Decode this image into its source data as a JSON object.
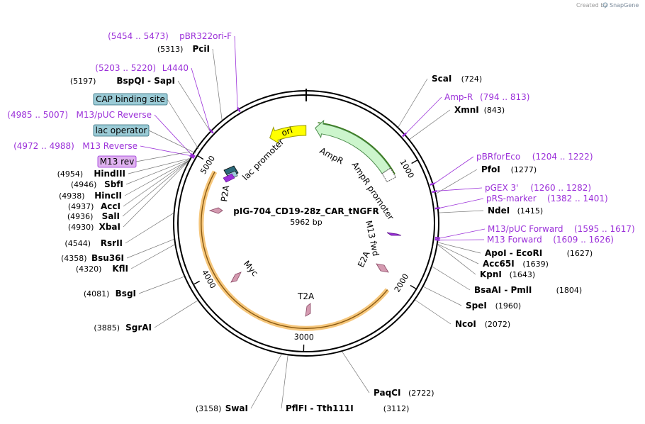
{
  "credit": {
    "text": "Created by",
    "brand": "SnapGene"
  },
  "plasmid": {
    "name": "pIG-704_CD19-28z_CAR_tNGFR",
    "length_label": "5962 bp",
    "length": 5962
  },
  "ticks": [
    {
      "pos": 1000,
      "label": "1000"
    },
    {
      "pos": 2000,
      "label": "2000"
    },
    {
      "pos": 3000,
      "label": "3000"
    },
    {
      "pos": 4000,
      "label": "4000"
    },
    {
      "pos": 5000,
      "label": "5000"
    }
  ],
  "sites": [
    {
      "pos": 724,
      "name": "ScaI",
      "pos_label": "(724)",
      "side": "right"
    },
    {
      "pos": 843,
      "name": "XmnI",
      "pos_label": "(843)",
      "side": "right"
    },
    {
      "pos": 1277,
      "name": "PfoI",
      "pos_label": "(1277)",
      "side": "right"
    },
    {
      "pos": 1415,
      "name": "NdeI",
      "pos_label": "(1415)",
      "side": "right"
    },
    {
      "pos": 1627,
      "name": "ApoI  -  EcoRI",
      "pos_label": "(1627)",
      "side": "right"
    },
    {
      "pos": 1639,
      "name": "Acc65I",
      "pos_label": "(1639)",
      "side": "right"
    },
    {
      "pos": 1643,
      "name": "KpnI",
      "pos_label": "(1643)",
      "side": "right"
    },
    {
      "pos": 1804,
      "name": "BsaAI  -  PmlI",
      "pos_label": "(1804)",
      "side": "right"
    },
    {
      "pos": 1960,
      "name": "SpeI",
      "pos_label": "(1960)",
      "side": "right"
    },
    {
      "pos": 2072,
      "name": "NcoI",
      "pos_label": "(2072)",
      "side": "right"
    },
    {
      "pos": 2722,
      "name": "PaqCI",
      "pos_label": "(2722)",
      "side": "right"
    },
    {
      "pos": 3112,
      "name": "PflFI  -  Tth111I",
      "pos_label": "(3112)",
      "side": "right"
    },
    {
      "pos": 3158,
      "name": "SwaI",
      "pos_label": "(3158)",
      "side": "left"
    },
    {
      "pos": 3885,
      "name": "SgrAI",
      "pos_label": "(3885)",
      "side": "left"
    },
    {
      "pos": 4081,
      "name": "BsgI",
      "pos_label": "(4081)",
      "side": "left"
    },
    {
      "pos": 4320,
      "name": "KflI",
      "pos_label": "(4320)",
      "side": "left"
    },
    {
      "pos": 4358,
      "name": "Bsu36I",
      "pos_label": "(4358)",
      "side": "left"
    },
    {
      "pos": 4544,
      "name": "RsrII",
      "pos_label": "(4544)",
      "side": "left"
    },
    {
      "pos": 4930,
      "name": "XbaI",
      "pos_label": "(4930)",
      "side": "left"
    },
    {
      "pos": 4936,
      "name": "SalI",
      "pos_label": "(4936)",
      "side": "left"
    },
    {
      "pos": 4937,
      "name": "AccI",
      "pos_label": "(4937)",
      "side": "left"
    },
    {
      "pos": 4938,
      "name": "HincII",
      "pos_label": "(4938)",
      "side": "left"
    },
    {
      "pos": 4946,
      "name": "SbfI",
      "pos_label": "(4946)",
      "side": "left"
    },
    {
      "pos": 4954,
      "name": "HindIII",
      "pos_label": "(4954)",
      "side": "left"
    },
    {
      "pos": 5197,
      "name": "BspQI  -  SapI",
      "pos_label": "(5197)",
      "side": "left"
    },
    {
      "pos": 5313,
      "name": "PciI",
      "pos_label": "(5313)",
      "side": "left"
    }
  ],
  "primers": [
    {
      "pos": 794,
      "name": "Amp-R",
      "range": "(794 .. 813)",
      "side": "right"
    },
    {
      "pos": 1204,
      "name": "pBRforEco",
      "range": "(1204 .. 1222)",
      "side": "right"
    },
    {
      "pos": 1260,
      "name": "pGEX 3'",
      "range": "(1260 .. 1282)",
      "side": "right"
    },
    {
      "pos": 1382,
      "name": "pRS-marker",
      "range": "(1382 .. 1401)",
      "side": "right"
    },
    {
      "pos": 1595,
      "name": "M13/pUC Forward",
      "range": "(1595 .. 1617)",
      "side": "right"
    },
    {
      "pos": 1609,
      "name": "M13 Forward",
      "range": "(1609 .. 1626)",
      "side": "right"
    },
    {
      "pos": 4972,
      "name": "M13 Reverse",
      "range": "(4972 .. 4988)",
      "side": "left"
    },
    {
      "pos": 4985,
      "name": "M13/pUC Reverse",
      "range": "(4985 .. 5007)",
      "side": "left"
    },
    {
      "pos": 5203,
      "name": "L4440",
      "range": "(5203 .. 5220)",
      "side": "left"
    },
    {
      "pos": 5454,
      "name": "pBR322ori-F",
      "range": "(5454 .. 5473)",
      "side": "left"
    }
  ],
  "boxed_features": [
    {
      "name": "CAP binding site",
      "pos": 5066,
      "fill": "#9bcbd6",
      "stroke": "#2b6a7a"
    },
    {
      "name": "lac operator",
      "pos": 5015,
      "fill": "#9bcbd6",
      "stroke": "#2b6a7a"
    },
    {
      "name": "M13 rev",
      "pos": 4985,
      "fill": "#e0b3f0",
      "stroke": "#9b30d9"
    }
  ],
  "features": [
    {
      "name": "ori",
      "color": "#ffff00"
    },
    {
      "name": "AmpR",
      "color": "#ccf5cc"
    },
    {
      "name": "AmpR promoter",
      "color": "#ffffff"
    },
    {
      "name": "lac promoter",
      "color": "#ffffff"
    },
    {
      "name": "M13 fwd",
      "color": "#9b30d9"
    },
    {
      "name": "P2A",
      "color": "#d49ab0"
    },
    {
      "name": "Myc",
      "color": "#d49ab0"
    },
    {
      "name": "T2A",
      "color": "#d49ab0"
    },
    {
      "name": "E2A",
      "color": "#d49ab0"
    }
  ],
  "colors": {
    "primer": "#9b30d9",
    "backbone": "#000000",
    "cds_arc": "#f0a830",
    "ori": "#ffff00",
    "ampr": "#ccf5cc"
  }
}
